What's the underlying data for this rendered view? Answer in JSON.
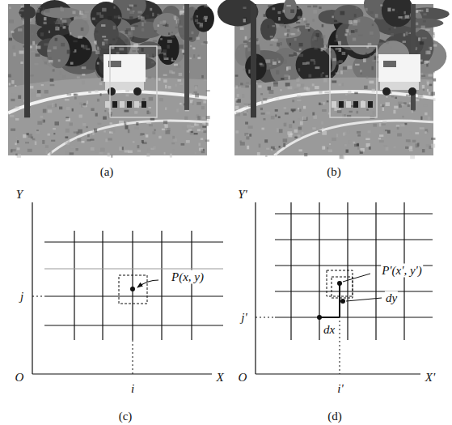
{
  "diagram": {
    "labels": [
      "(a)",
      "(b)",
      "Y",
      "j",
      "P(x, y)",
      "O",
      "i",
      "X",
      "(c)",
      "Y'",
      "P'(x', y')",
      "j'",
      "dy",
      "dx",
      "O",
      "i'",
      "X'",
      "(d)"
    ]
  }
}
